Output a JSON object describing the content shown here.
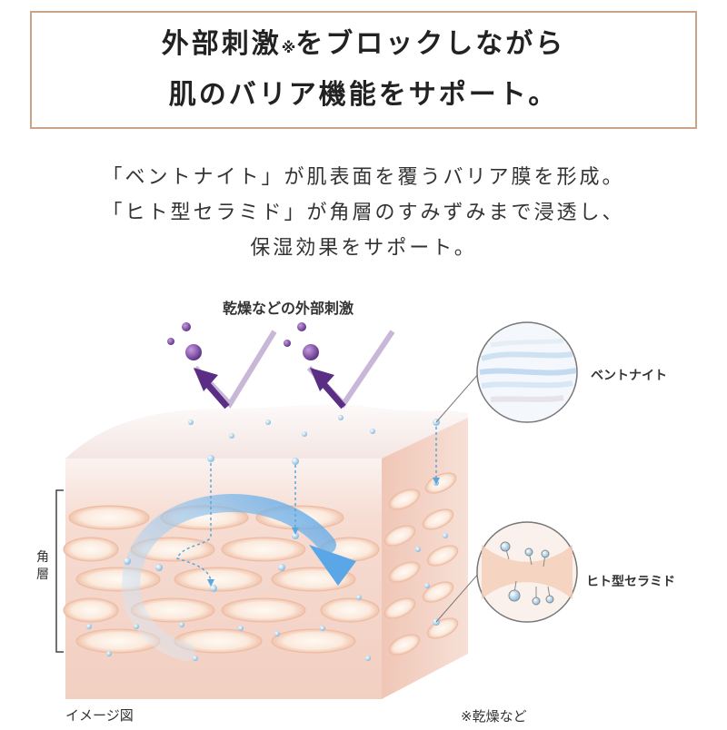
{
  "headline": {
    "line1_main": "外部刺激",
    "line1_note": "※",
    "line1_rest": "をブロックしながら",
    "line2": "肌のバリア機能をサポート。"
  },
  "description": {
    "lines": [
      "「ベントナイト」が肌表面を覆うバリア膜を形成。",
      "「ヒト型セラミド」が角層のすみずみまで浸透し、",
      "保湿効果をサポート。"
    ]
  },
  "diagram": {
    "external_stimulus_label": "乾燥などの外部刺激",
    "layer_label_char1": "角",
    "layer_label_char2": "層",
    "bentonite_label": "ベントナイト",
    "ceramide_label": "ヒト型セラミド",
    "image_note": "イメージ図",
    "footnote": "※乾燥など",
    "colors": {
      "skin_top": "#f8e7e1",
      "skin_mid": "#f1c7b6",
      "cell_fill": "#fdf1e8",
      "arrow_blue": "#6aaee6",
      "stimulus_purple": "#6a3e8c"
    }
  }
}
